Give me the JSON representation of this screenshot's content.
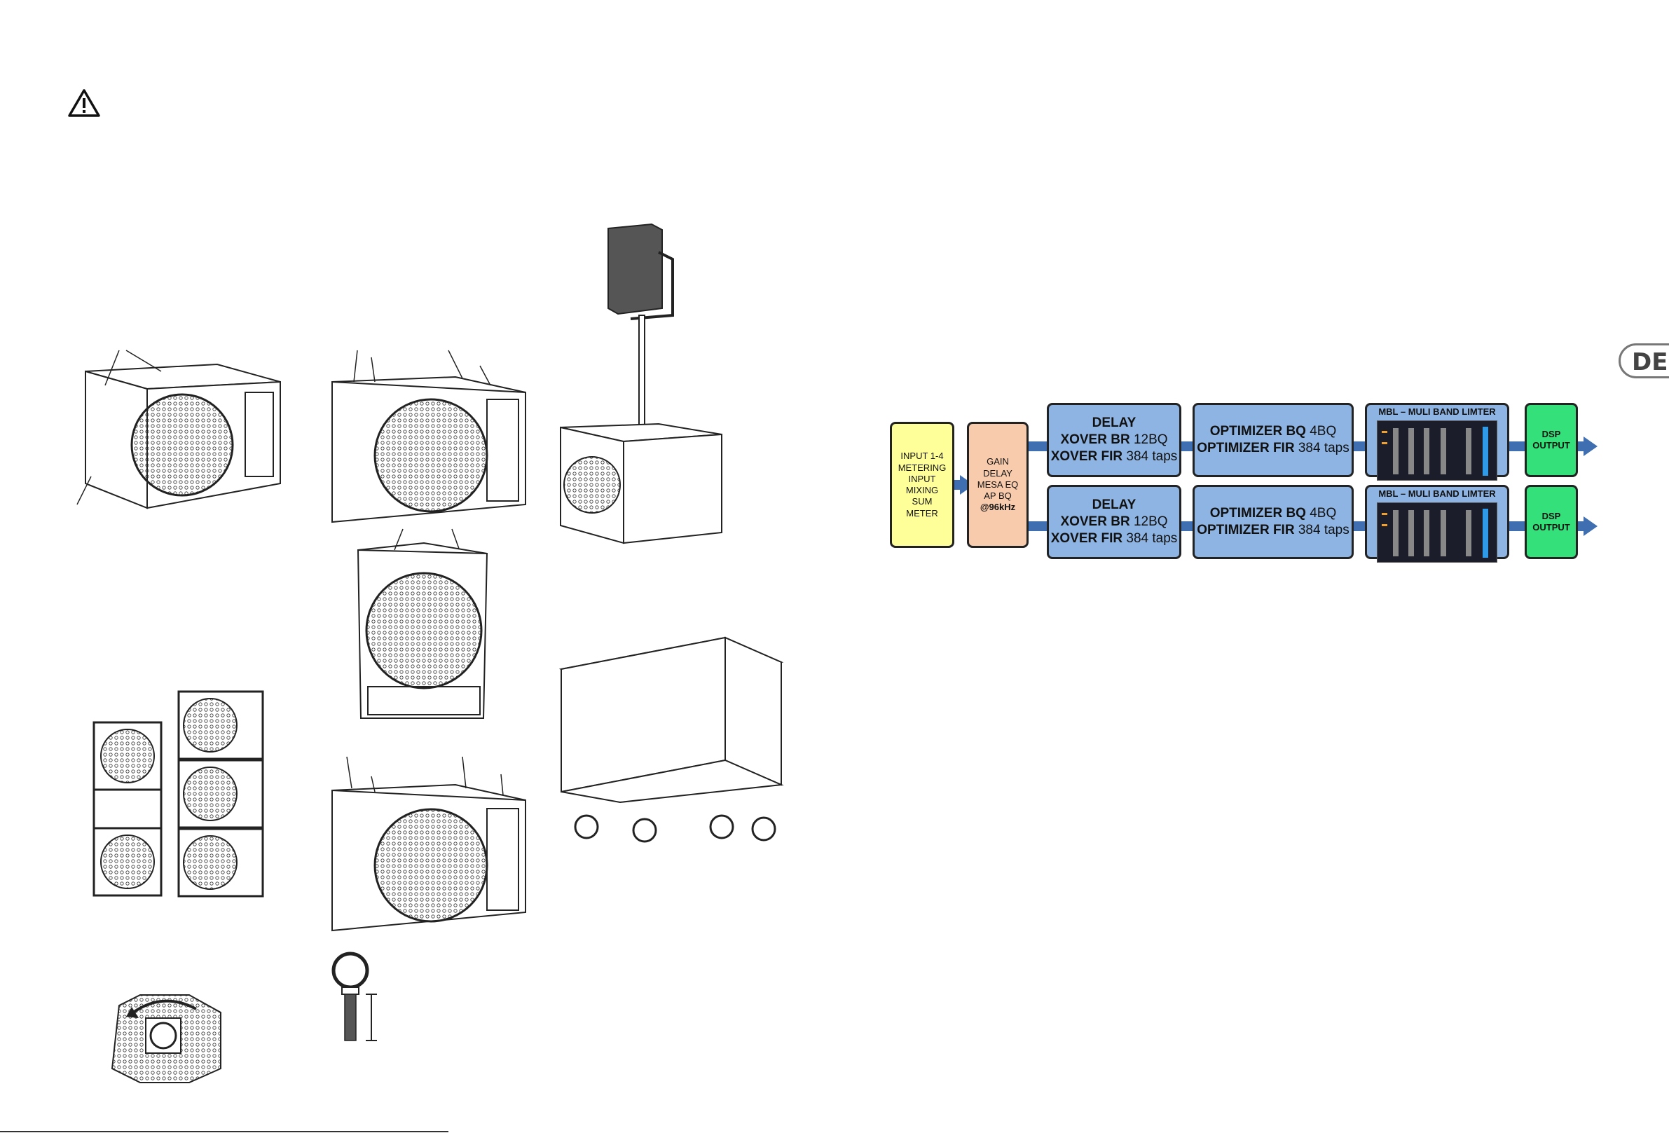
{
  "lang_tab": "DE",
  "diagram": {
    "input_box": [
      "INPUT 1-4",
      "METERING",
      "INPUT",
      "MIXING",
      "SUM",
      "METER"
    ],
    "gain_box": [
      "GAIN",
      "DELAY",
      "MESA EQ",
      "AP BQ",
      "@96kHz"
    ],
    "row1": {
      "delay": "DELAY",
      "xover_br_label": "XOVER BR",
      "xover_br_value": "12BQ",
      "xover_fir_label": "XOVER FIR",
      "xover_fir_value": "384 taps",
      "opt_bq_label": "OPTIMIZER BQ",
      "opt_bq_value": "4BQ",
      "opt_fir_label": "OPTIMIZER FIR",
      "opt_fir_value": "384 taps",
      "mbl_title": "MBL – MULI BAND LIMTER",
      "dsp_out": [
        "DSP",
        "OUTPUT"
      ]
    },
    "row2": {
      "delay": "DELAY",
      "xover_br_label": "XOVER BR",
      "xover_br_value": "12BQ",
      "xover_fir_label": "XOVER FIR",
      "xover_fir_value": "384 taps",
      "opt_bq_label": "OPTIMIZER BQ",
      "opt_bq_value": "4BQ",
      "opt_fir_label": "OPTIMIZER FIR",
      "opt_fir_value": "384 taps",
      "mbl_title": "MBL – MULI BAND LIMTER",
      "dsp_out": [
        "DSP",
        "OUTPUT"
      ]
    }
  }
}
